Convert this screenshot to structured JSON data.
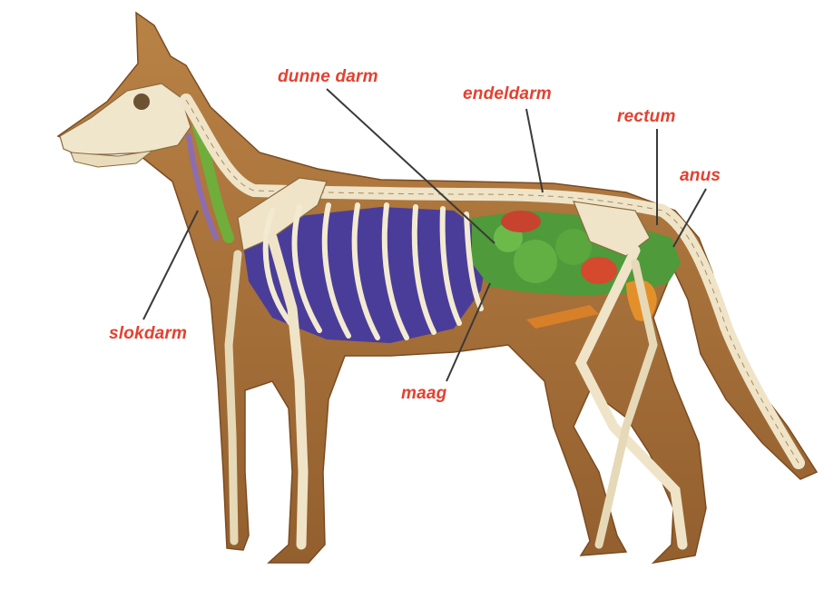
{
  "labels": {
    "dunne_darm": "dunne darm",
    "endeldarm": "endeldarm",
    "rectum": "rectum",
    "anus": "anus",
    "slokdarm": "slokdarm",
    "maag": "maag"
  },
  "colors": {
    "label": "#e5402f",
    "leader_line": "#3a3a3a",
    "fur": "#a8743f",
    "bone": "#efe4c8",
    "ribcage_interior": "#4a3d9a",
    "intestine": "#4f9a3a",
    "esophagus": "#6fae3a"
  }
}
